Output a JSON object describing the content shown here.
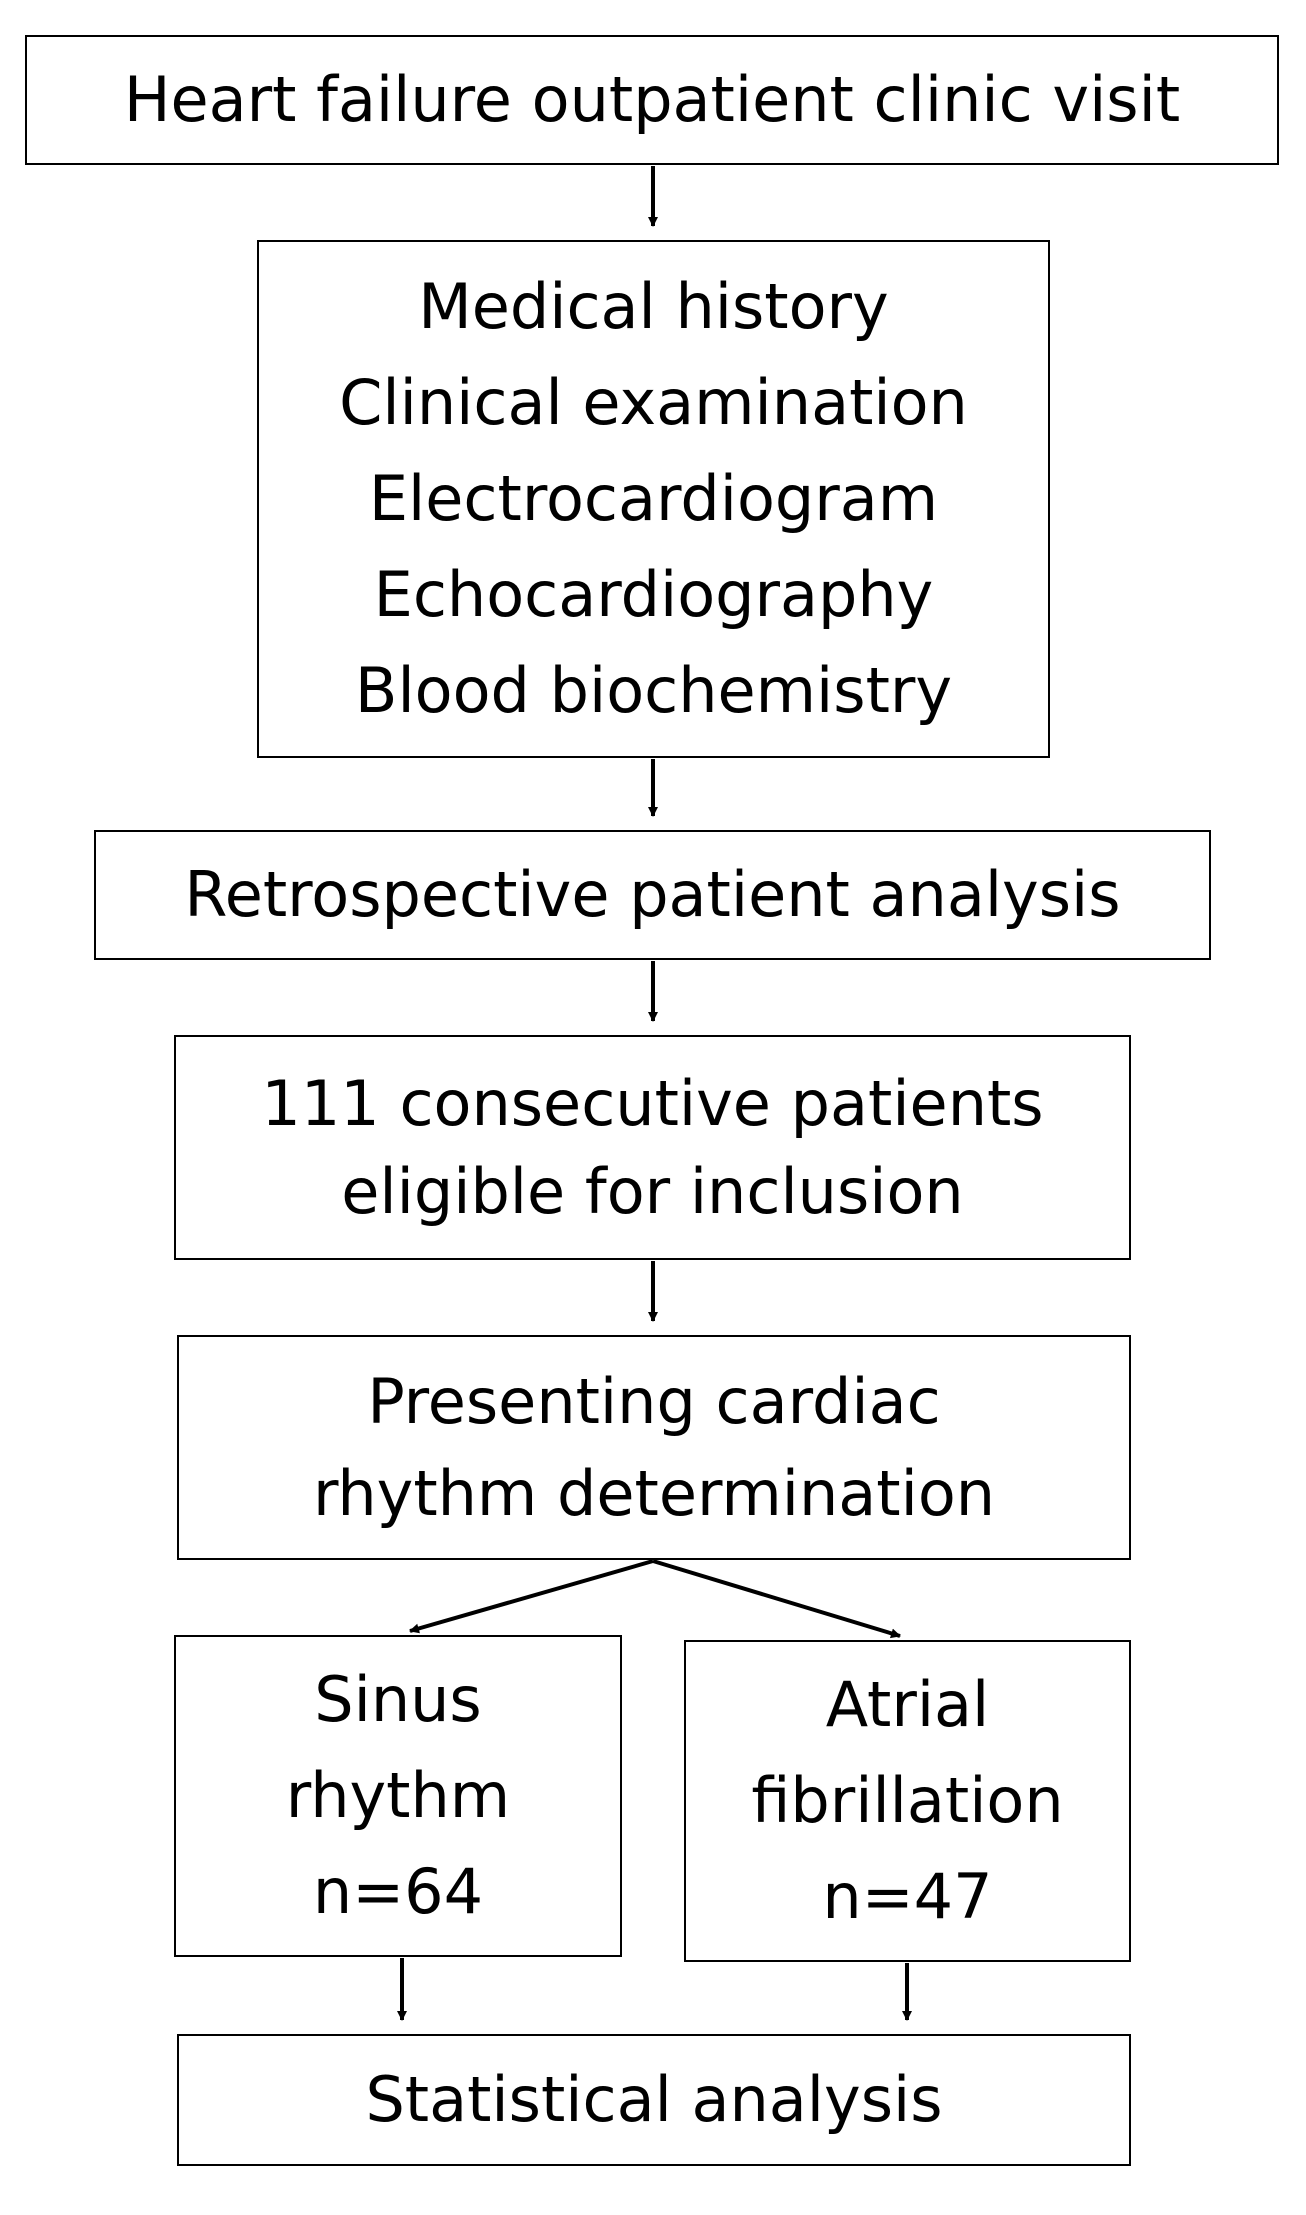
{
  "flowchart": {
    "steps": [
      {
        "id": "clinic-visit",
        "lines": [
          "Heart failure outpatient clinic visit"
        ]
      },
      {
        "id": "data-collection",
        "lines": [
          "Medical history",
          "Clinical examination",
          "Electrocardiogram",
          "Echocardiography",
          "Blood biochemistry"
        ]
      },
      {
        "id": "retrospective-analysis",
        "lines": [
          "Retrospective patient analysis"
        ]
      },
      {
        "id": "eligible-patients",
        "lines": [
          "111 consecutive patients",
          "eligible for inclusion"
        ]
      },
      {
        "id": "rhythm-determination",
        "lines": [
          "Presenting cardiac",
          "rhythm determination"
        ]
      },
      {
        "id": "sinus-rhythm",
        "lines": [
          "Sinus",
          "rhythm",
          "n=64"
        ]
      },
      {
        "id": "atrial-fibrillation",
        "lines": [
          "Atrial",
          "fibrillation",
          "n=47"
        ]
      },
      {
        "id": "statistical-analysis",
        "lines": [
          "Statistical analysis"
        ]
      }
    ]
  },
  "colors": {
    "stroke": "#000000",
    "background": "#ffffff"
  }
}
